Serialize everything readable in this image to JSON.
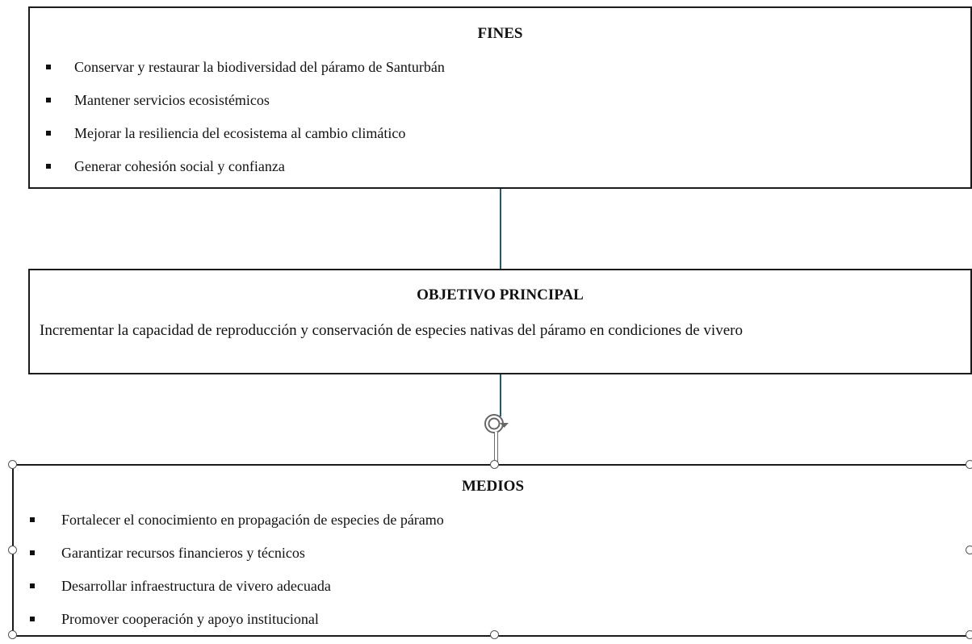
{
  "fines": {
    "title": "FINES",
    "items": [
      "Conservar y restaurar la biodiversidad del páramo de Santurbán",
      "Mantener servicios ecosistémicos",
      "Mejorar la resiliencia del ecosistema al cambio climático",
      "Generar cohesión social y confianza"
    ]
  },
  "objetivo": {
    "title": "OBJETIVO PRINCIPAL",
    "text": "Incrementar la capacidad de reproducción y conservación de especies nativas del páramo en condiciones de vivero"
  },
  "medios": {
    "title": "MEDIOS",
    "items": [
      "Fortalecer el conocimiento en propagación de especies de páramo",
      "Garantizar recursos financieros y técnicos",
      "Desarrollar infraestructura de vivero adecuada",
      "Promover cooperación y apoyo institucional"
    ]
  },
  "colors": {
    "connector": "#1f5b74",
    "border": "#1a1a1a",
    "handle": "#555555"
  }
}
